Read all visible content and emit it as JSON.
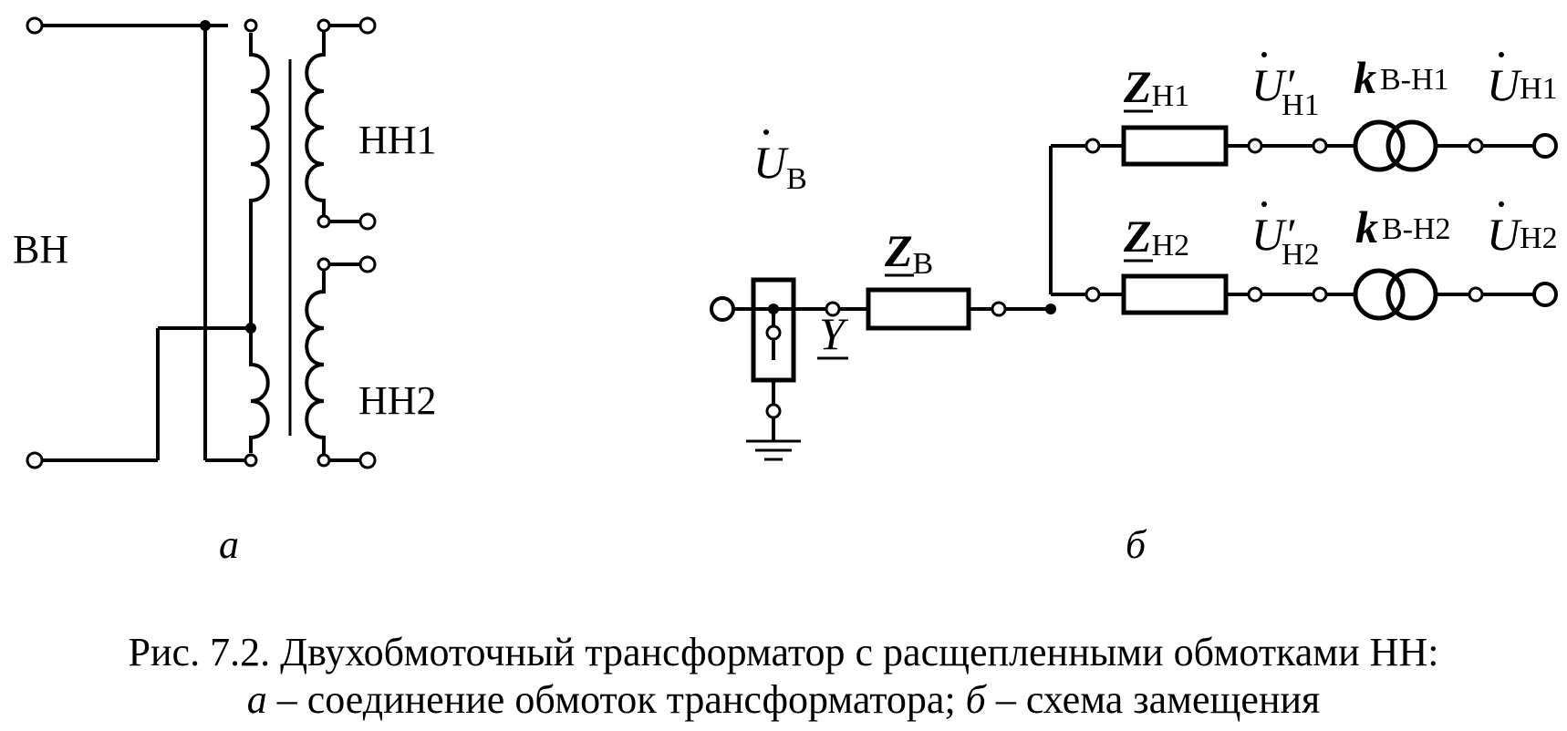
{
  "figure_a": {
    "label_hv": "ВН",
    "label_lv1": "НН1",
    "label_lv2": "НН2",
    "sublabel": "а"
  },
  "figure_b": {
    "label_ub_base": "U",
    "label_ub_sub": "В",
    "label_zb_base": "Z",
    "label_zb_sub": "В",
    "label_y": "Y",
    "label_zh1_base": "Z",
    "label_zh1_sub": "Н1",
    "label_zh2_base": "Z",
    "label_zh2_sub": "Н2",
    "label_uh1p_base": "U′",
    "label_uh1p_sub": "Н1",
    "label_uh2p_base": "U′",
    "label_uh2p_sub": "Н2",
    "label_k1_base": "k",
    "label_k1_sub": "В-Н1",
    "label_k2_base": "k",
    "label_k2_sub": "В-Н2",
    "label_uh1_base": "U",
    "label_uh1_sub": "Н1",
    "label_uh2_base": "U",
    "label_uh2_sub": "Н2",
    "sublabel": "б"
  },
  "caption": {
    "line1": "Рис. 7.2. Двухобмоточный трансформатор с расщепленными обмотками НН:",
    "line2_a": "а",
    "line2_mid": " – соединение обмоток трансформатора; ",
    "line2_b": "б",
    "line2_end": " – схема замещения"
  }
}
